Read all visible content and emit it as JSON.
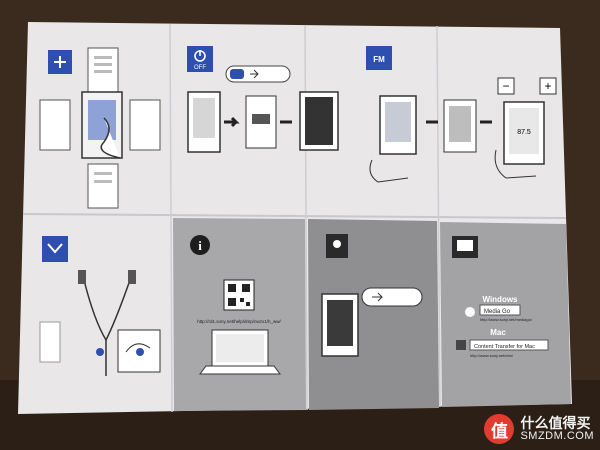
{
  "panels": {
    "off_icon_label": "OFF",
    "fm_icon_label": "FM",
    "frequency_readout": "87.5",
    "minus_label": "−",
    "plus_label": "+",
    "url_help": "http://rd1.sony.net/help/dmp/nwzx1/h_ww/",
    "windows_title": "Windows",
    "media_go_label": "Media Go",
    "media_go_url": "http://www.sony.net/mediago/",
    "mac_title": "Mac",
    "ctm_label": "Content Transfer for Mac",
    "ctm_url": "http://www.sony.net/ctm/",
    "info_icon": "i"
  },
  "watermark": {
    "badge": "值",
    "text_cn": "什么值得买",
    "text_en": "SMZDM.COM"
  }
}
